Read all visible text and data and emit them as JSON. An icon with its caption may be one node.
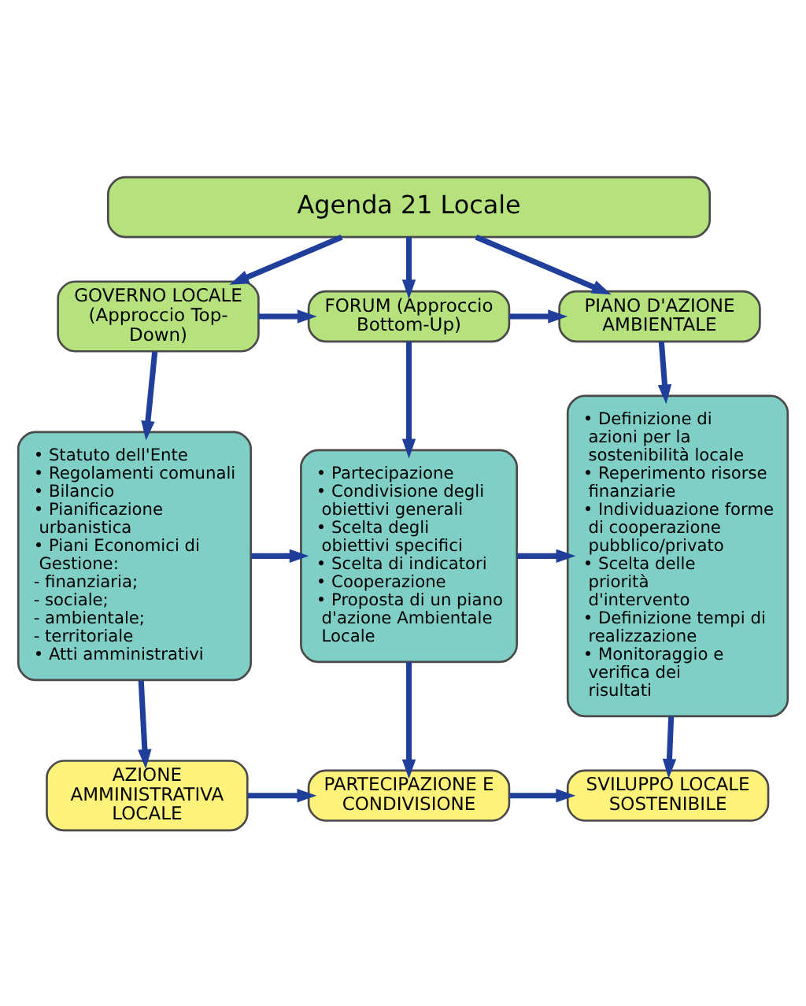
{
  "diagram": {
    "nodes": [
      {
        "text": [
          "Agenda 21 Locale"
        ]
      },
      {
        "text": [
          "GOVERNO LOCALE (Approccio Top-Down)"
        ]
      },
      {
        "text": [
          "FORUM (Approccio Bottom-Up)"
        ]
      },
      {
        "text": [
          "PIANO D'AZIONE AMBIENTALE"
        ]
      },
      {
        "text": [
          "• Statuto dell'Ente",
          "• Regolamenti comunali",
          "• Bilancio",
          "• Pianificazione urbanistica",
          "• Piani Economici di Gestione:",
          "- finanziaria;",
          "- sociale;",
          "- ambientale;",
          "- territoriale",
          "• Atti amministrativi"
        ]
      },
      {
        "text": [
          "• Partecipazione",
          "• Condivisione degli obiettivi generali",
          "• Scelta degli obiettivi specifici",
          "• Scelta di indicatori",
          "• Cooperazione",
          "• Proposta di un piano d'azione Ambientale Locale"
        ]
      },
      {
        "text": [
          "• Definizione di azioni per la sostenibilità locale",
          "• Reperimento risorse finanziarie",
          "• Individuazione forme di cooperazione pubblico/privato",
          "• Scelta delle priorità d'intervento",
          "• Definizione tempi di realizzazione",
          "• Monitoraggio e verifica dei risultati"
        ]
      },
      {
        "text": [
          "AZIONE AMMINISTRATIVA LOCALE"
        ]
      },
      {
        "text": [
          "PARTECIPAZIONE E CONDIVISIONE"
        ]
      },
      {
        "text": [
          "SVILUPPO LOCALE SOSTENIBILE"
        ]
      }
    ],
    "edges": [
      {
        "from": 0,
        "to": 1,
        "arrow": "to"
      },
      {
        "from": 0,
        "to": 2,
        "arrow": "to"
      },
      {
        "from": 0,
        "to": 3,
        "arrow": "to"
      },
      {
        "from": 1,
        "to": 2,
        "arrow": "to"
      },
      {
        "from": 2,
        "to": 3,
        "arrow": "to"
      },
      {
        "from": 1,
        "to": 4,
        "arrow": "to"
      },
      {
        "from": 2,
        "to": 5,
        "arrow": "to"
      },
      {
        "from": 3,
        "to": 6,
        "arrow": "to"
      },
      {
        "from": 4,
        "to": 5,
        "arrow": "to"
      },
      {
        "from": 5,
        "to": 6,
        "arrow": "to"
      },
      {
        "from": 4,
        "to": 7,
        "arrow": "to"
      },
      {
        "from": 5,
        "to": 8,
        "arrow": "to"
      },
      {
        "from": 6,
        "to": 9,
        "arrow": "to"
      },
      {
        "from": 7,
        "to": 8,
        "arrow": "to"
      },
      {
        "from": 8,
        "to": 9,
        "arrow": "to"
      }
    ]
  }
}
